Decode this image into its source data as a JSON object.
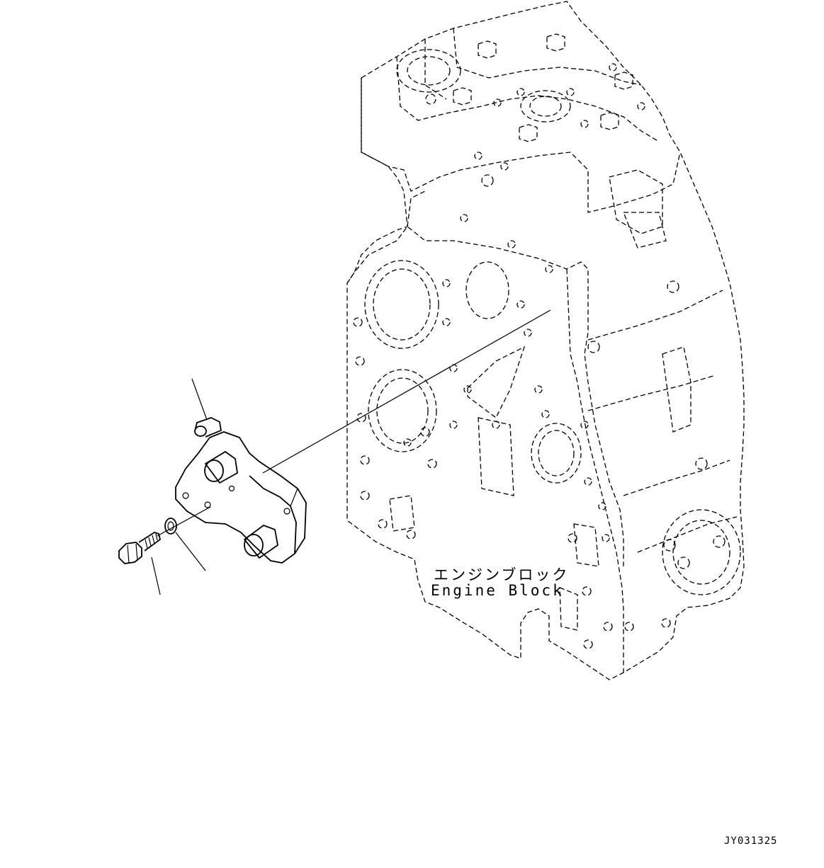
{
  "labels": {
    "block_jp": "エンジンブロック",
    "block_en": "Engine Block",
    "drawing_code": "JY031325"
  },
  "icons": [
    "engine-block-drawing",
    "bracket-drawing",
    "bolt-drawing",
    "washer-drawing"
  ]
}
